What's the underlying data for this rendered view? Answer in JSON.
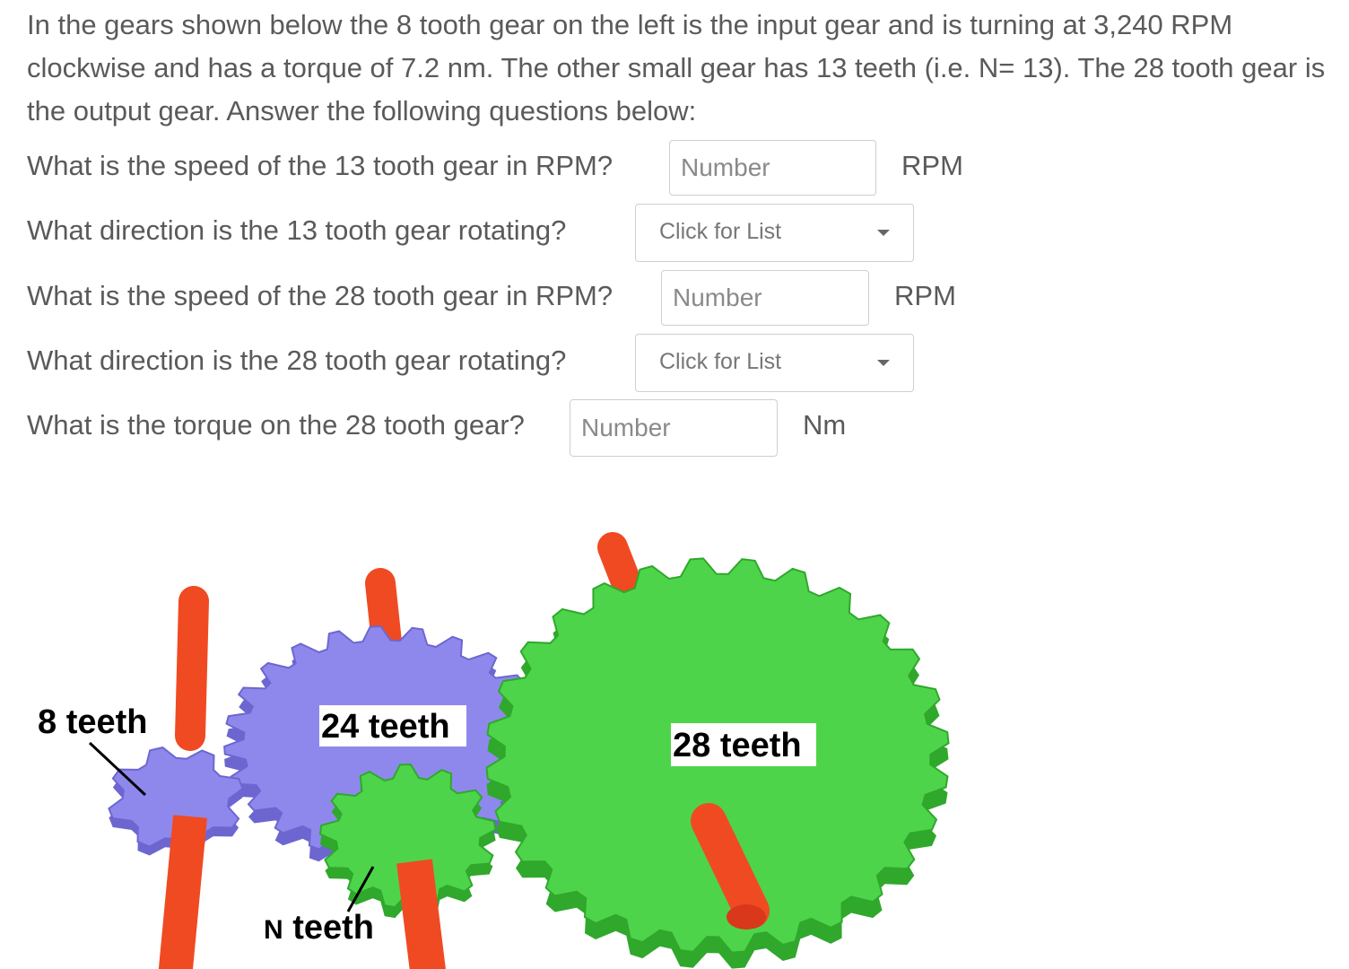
{
  "intro": "In the gears shown below the 8 tooth gear on the left is the input gear and is turning at 3,240 RPM clockwise and has a torque of 7.2 nm.  The other small gear has 13 teeth (i.e. N= 13).  The 28 tooth gear is the output gear.  Answer the following questions below:",
  "questions": [
    {
      "text": "What is the speed of the 13 tooth gear in RPM?",
      "placeholder": "Number",
      "unit": "RPM"
    },
    {
      "text": "What direction is the 13 tooth gear rotating?",
      "select": "Click for List"
    },
    {
      "text": "What is the speed of the 28 tooth gear in RPM?",
      "placeholder": "Number",
      "unit": "RPM"
    },
    {
      "text": "What direction is the 28 tooth gear rotating?",
      "select": "Click for List"
    },
    {
      "text": "What is the torque on the 28 tooth gear?",
      "placeholder": "Number",
      "unit": "Nm"
    }
  ],
  "figure": {
    "labels": {
      "g8": "8 teeth",
      "g24": "24 teeth",
      "g28": "28 teeth",
      "gN_prefix": "N",
      "gN_suffix": " teeth"
    },
    "colors": {
      "purple": "#8f88ec",
      "green": "#4ed44a",
      "rod": "#f04a22"
    }
  }
}
